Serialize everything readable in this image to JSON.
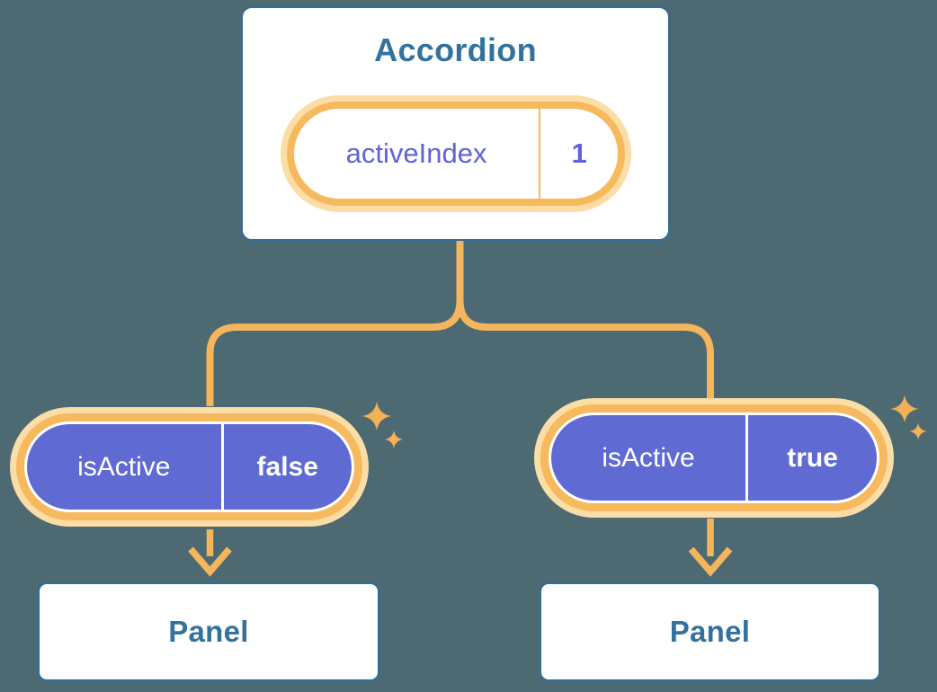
{
  "diagram": {
    "type": "component-tree",
    "colors": {
      "background": "#4d6972",
      "orange": "#f4b55c",
      "halo": "#fbdda5",
      "pill_orange": "#f7b95e",
      "purple": "#5f6ad3",
      "purple_text": "#5f63d6",
      "blue_text": "#34729e",
      "card_border": "#2e6d98",
      "sparkle": "#f2b156"
    },
    "accordion": {
      "title": "Accordion",
      "state": {
        "name": "activeIndex",
        "value": "1"
      }
    },
    "children": [
      {
        "prop": {
          "name": "isActive",
          "value": "false"
        },
        "panel": {
          "label": "Panel"
        }
      },
      {
        "prop": {
          "name": "isActive",
          "value": "true"
        },
        "panel": {
          "label": "Panel"
        }
      }
    ]
  }
}
